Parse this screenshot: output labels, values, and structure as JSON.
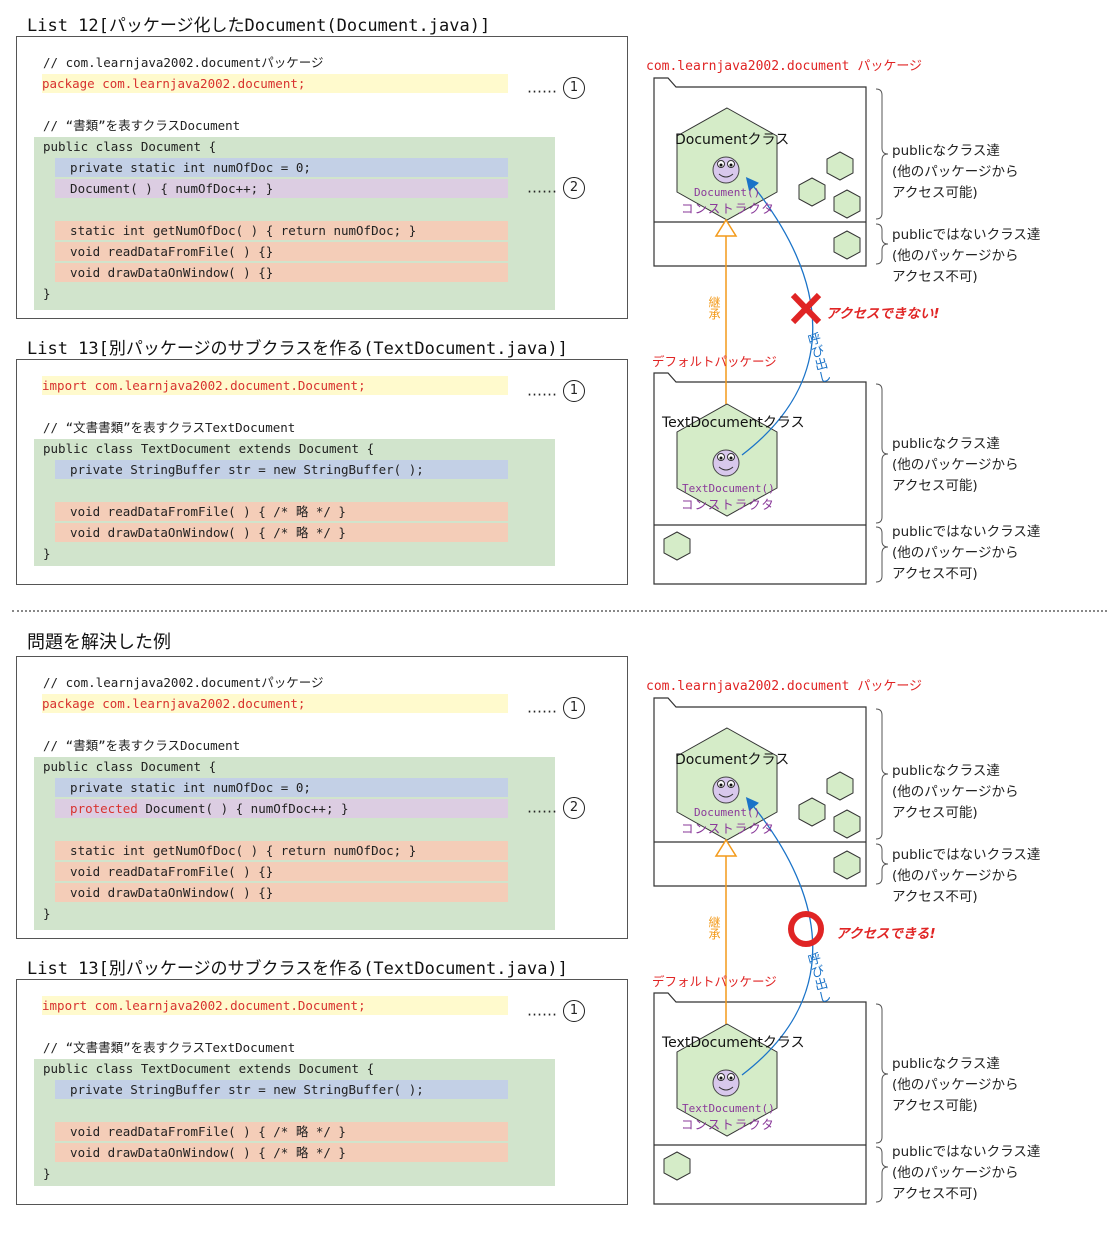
{
  "section1": {
    "list12_title": "List 12[パッケージ化したDocument(Document.java)]",
    "list13_title": "List 13[別パッケージのサブクラスを作る(TextDocument.java)]",
    "list12_lines": [
      "// com.learnjava2002.documentパッケージ",
      "package com.learnjava2002.document;",
      "// “書類”を表すクラスDocument",
      "public class Document {",
      "  private static int numOfDoc = 0;",
      "  Document( ) { numOfDoc++; }",
      "  static int getNumOfDoc( ) { return numOfDoc; }",
      "  void readDataFromFile( ) {}",
      "  void drawDataOnWindow( ) {}",
      "}"
    ],
    "list13_lines": [
      "import com.learnjava2002.document.Document;",
      "// “文書書類”を表すクラスTextDocument",
      "public class TextDocument extends Document {",
      "  private StringBuffer str = new StringBuffer( );",
      "  void readDataFromFile( ) { /* 略 */ }",
      "  void drawDataOnWindow( ) { /* 略 */ }",
      "}"
    ],
    "warn": "アクセスできない!"
  },
  "section2": {
    "heading": "問題を解決した例",
    "list13_title": "List 13[別パッケージのサブクラスを作る(TextDocument.java)]",
    "list12_lines": [
      "// com.learnjava2002.documentパッケージ",
      "package com.learnjava2002.document;",
      "// “書類”を表すクラスDocument",
      "public class Document {",
      "  private static int numOfDoc = 0;",
      "  protected",
      " Document( ) { numOfDoc++; }",
      "  static int getNumOfDoc( ) { return numOfDoc; }",
      "  void readDataFromFile( ) {}",
      "  void drawDataOnWindow( ) {}",
      "}"
    ],
    "list13_lines": [
      "import com.learnjava2002.document.Document;",
      "// “文書書類”を表すクラスTextDocument",
      "public class TextDocument extends Document {",
      "  private StringBuffer str = new StringBuffer( );",
      "  void readDataFromFile( ) { /* 略 */ }",
      "  void drawDataOnWindow( ) { /* 略 */ }",
      "}"
    ],
    "ok": "アクセスできる!"
  },
  "markers": {
    "dots": "……",
    "one": "1",
    "two": "2"
  },
  "diagram": {
    "pkg_doc": "com.learnjava2002.document パッケージ",
    "pkg_default": "デフォルトパッケージ",
    "doc_class": "Documentクラス",
    "doc_ctor": "Document()",
    "textdoc_class": "TextDocumentクラス",
    "textdoc_ctor": "TextDocument()",
    "ctor_label": "コンストラクタ",
    "inherit": "継承",
    "call": "呼び出し",
    "public_label": "publicなクラス達\n(他のパッケージから\nアクセス可能)",
    "nonpublic_label": "publicではないクラス達\n(他のパッケージから\nアクセス不可)"
  },
  "colors": {
    "yellow": "#fffacd",
    "green": "#d1e4cc",
    "blue": "#c3d0e6",
    "purple": "#dccde2",
    "orange": "#f4cdb8",
    "red": "#e02424",
    "arrow_blue": "#1a73c8",
    "arrow_orange": "#f39a1a",
    "hex_green": "#d5ecc8"
  }
}
